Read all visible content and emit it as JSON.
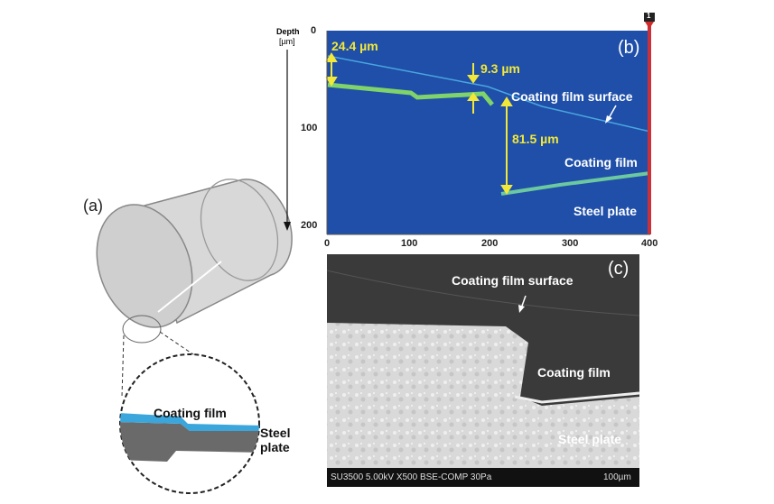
{
  "panel_a": {
    "label": "(a)",
    "coating_label": "Coating film",
    "steel_label_line1": "Steel",
    "steel_label_line2": "plate"
  },
  "panel_b": {
    "label": "(b)",
    "depth_label": "Depth",
    "depth_unit": "[µm]",
    "y_ticks": [
      "0",
      "100",
      "200"
    ],
    "x_ticks": [
      "0",
      "100",
      "200",
      "300",
      "400"
    ],
    "marker": "1",
    "measurements": [
      "24.4 µm",
      "9.3 µm",
      "81.5 µm"
    ],
    "annotations": {
      "surface": "Coating film surface",
      "film": "Coating film",
      "steel": "Steel plate"
    }
  },
  "panel_c": {
    "label": "(c)",
    "annotations": {
      "surface": "Coating film surface",
      "film": "Coating film",
      "steel": "Steel plate"
    },
    "info_bar": "SU3500 5.00kV X500 BSE-COMP 30Pa",
    "scale": "100µm"
  },
  "colors": {
    "oct_bg": "#1f4fa8",
    "signal": "#7fd36a",
    "measure": "#f2e83a",
    "coating": "#3aa6dc"
  }
}
